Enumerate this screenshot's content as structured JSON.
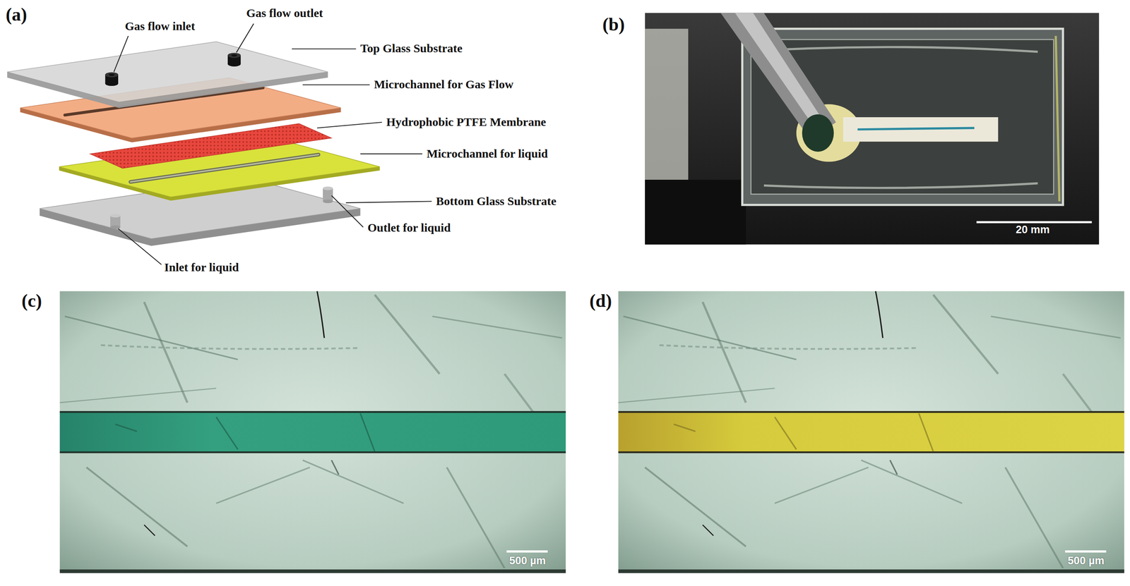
{
  "diagram": {
    "labels": [
      "(a)",
      "Gas flow inlet",
      "Gas flow outlet",
      "Top Glass Substrate",
      "Microchannel for Gas Flow",
      "Hydrophobic PTFE Membrane",
      "Microchannel for liquid",
      "Bottom Glass Substrate",
      "Outlet for liquid",
      "Inlet for liquid",
      "(b)",
      "20 mm",
      "(c)",
      "500 µm",
      "(d)",
      "500 µm"
    ]
  }
}
